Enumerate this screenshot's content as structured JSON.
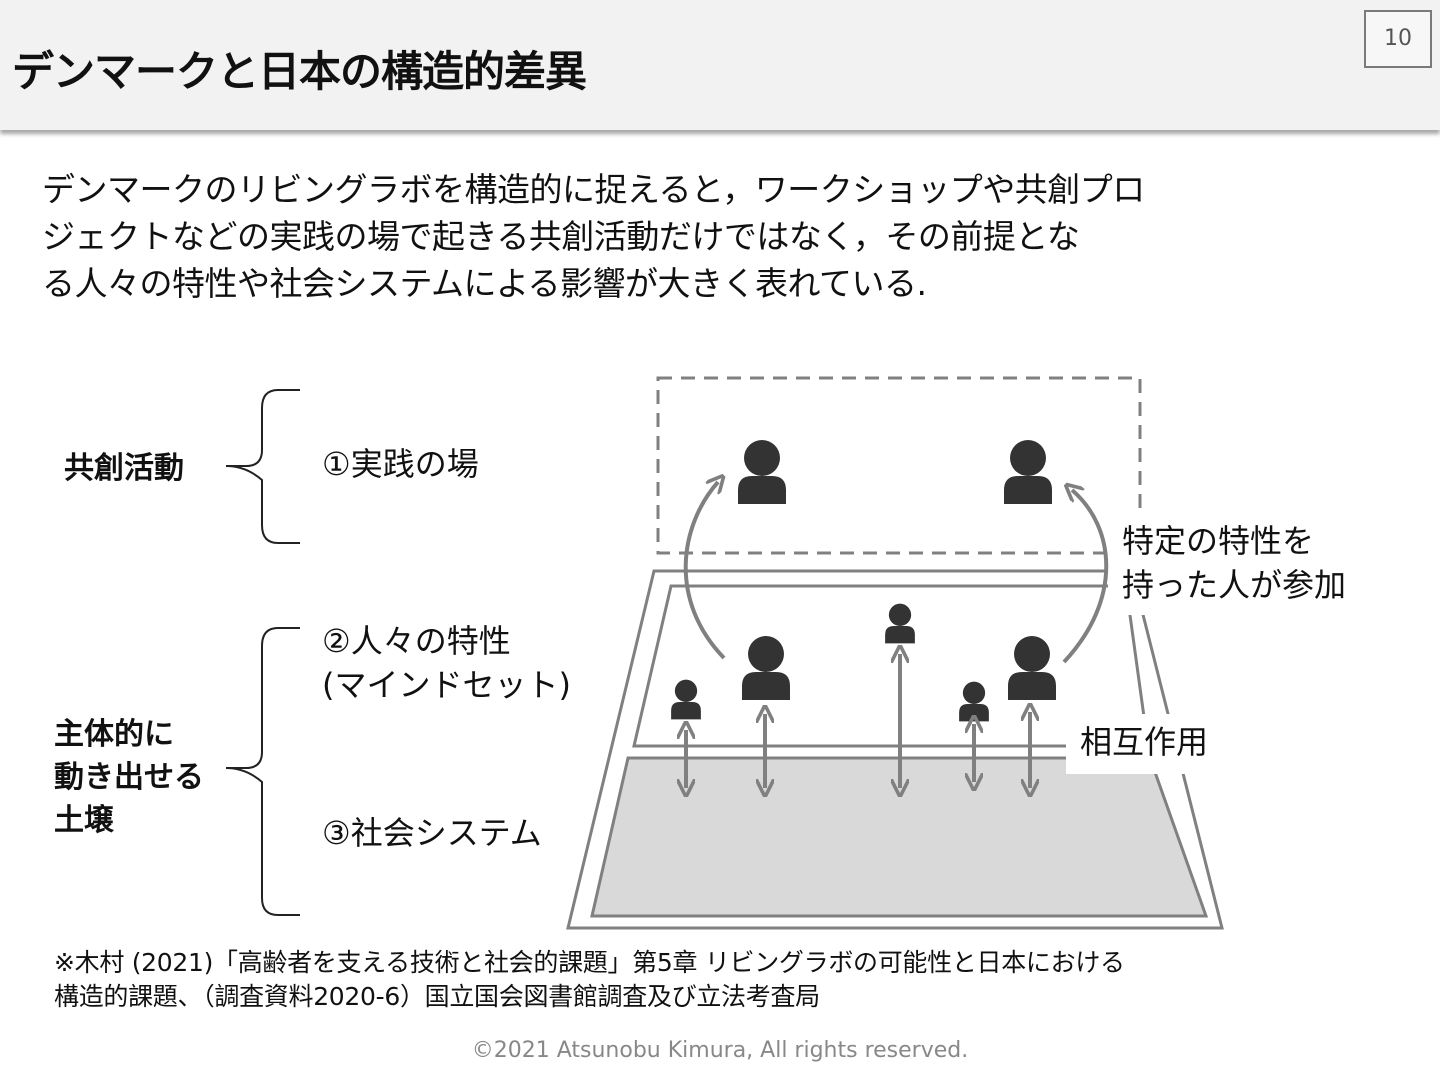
{
  "slide": {
    "title": "デンマークと日本の構造的差異",
    "page_number": "10"
  },
  "intro": {
    "line1": "デンマークのリビングラボを構造的に捉えると，ワークショップや共創プロ",
    "line2": "ジェクトなどの実践の場で起きる共創活動だけではなく，その前提とな",
    "line3": "る人々の特性や社会システムによる影響が大きく表れている."
  },
  "diagram": {
    "group_top": {
      "label": "共創活動"
    },
    "group_bottom": {
      "line1": "主体的に",
      "line2": "動き出せる",
      "line3": "土壌"
    },
    "layer1": "①実践の場",
    "layer2": {
      "line1": "②人々の特性",
      "line2": "(マインドセット)"
    },
    "layer3": "③社会システム",
    "callout_participation": {
      "line1": "特定の特性を",
      "line2": "持った人が参加"
    },
    "callout_interaction": "相互作用"
  },
  "footnote": {
    "line1": "※木村 (2021)「高齢者を支える技術と社会的課題」第5章 リビングラボの可能性と日本における",
    "line2": "構造的課題、（調査資料2020-6）国立国会図書館調査及び立法考査局"
  },
  "copyright": "©2021 Atsunobu Kimura, All rights reserved.",
  "colors": {
    "person": "#333333",
    "lines": "#808080",
    "society_fill": "#d9d9d9"
  }
}
